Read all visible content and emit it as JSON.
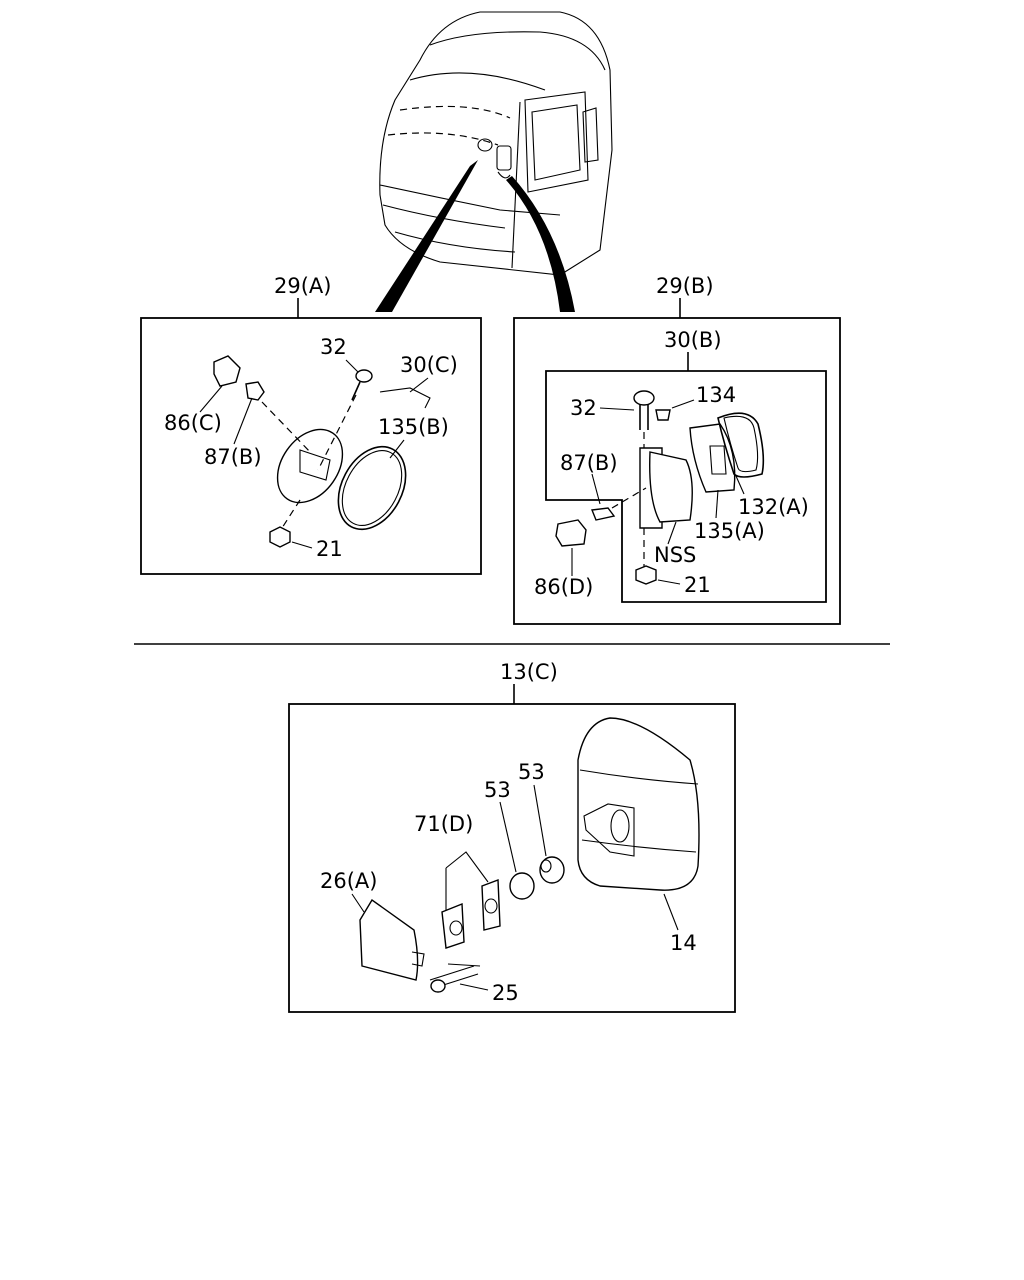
{
  "labels": {
    "group_a": "29(A)",
    "group_b": "29(B)",
    "group_c": "13(C)",
    "a_32": "32",
    "a_30c": "30(C)",
    "a_86c": "86(C)",
    "a_87b": "87(B)",
    "a_135b": "135(B)",
    "a_21": "21",
    "b_30b": "30(B)",
    "b_32": "32",
    "b_134": "134",
    "b_87b": "87(B)",
    "b_132a": "132(A)",
    "b_135a": "135(A)",
    "b_nss": "NSS",
    "b_86d": "86(D)",
    "b_21": "21",
    "c_53a": "53",
    "c_53b": "53",
    "c_71d": "71(D)",
    "c_26a": "26(A)",
    "c_14": "14",
    "c_25": "25"
  }
}
